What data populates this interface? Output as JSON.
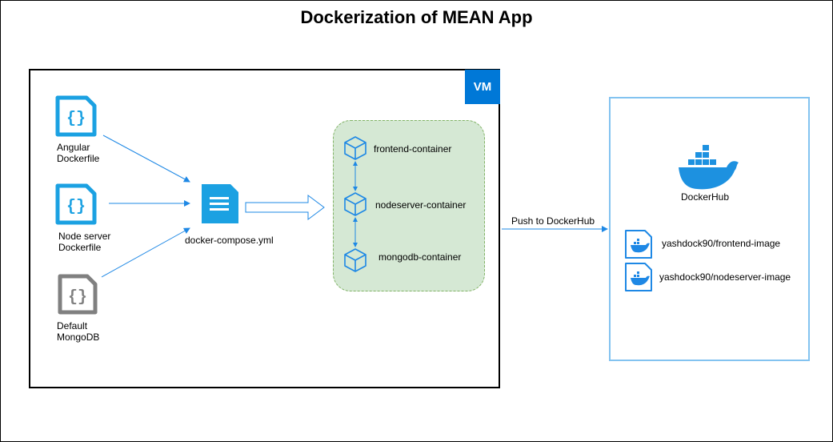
{
  "title": "Dockerization of MEAN App",
  "vm": {
    "label": "VM",
    "accent_color": "#0078d7"
  },
  "dockerfiles": [
    {
      "line1": "Angular",
      "line2": "Dockerfile",
      "icon": "code-file-icon",
      "color": "#1ba1e2"
    },
    {
      "line1": "Node server",
      "line2": "Dockerfile",
      "icon": "code-file-icon",
      "color": "#1ba1e2"
    },
    {
      "line1": "Default",
      "line2": "MongoDB",
      "icon": "code-file-icon",
      "color": "#808080"
    }
  ],
  "compose": {
    "label": "docker-compose.yml",
    "icon": "document-icon",
    "color": "#1ba1e2"
  },
  "containers": [
    {
      "label": "frontend-container",
      "icon": "cube-icon"
    },
    {
      "label": "nodeserver-container",
      "icon": "cube-icon"
    },
    {
      "label": "mongodb-container",
      "icon": "cube-icon"
    }
  ],
  "push_label": "Push to DockerHub",
  "dockerhub": {
    "label": "DockerHub",
    "icon": "docker-whale-icon",
    "color": "#1d91e0",
    "images": [
      {
        "label": "yashdock90/frontend-image",
        "icon": "docker-image-icon"
      },
      {
        "label": "yashdock90/nodeserver-image",
        "icon": "docker-image-icon"
      }
    ]
  }
}
